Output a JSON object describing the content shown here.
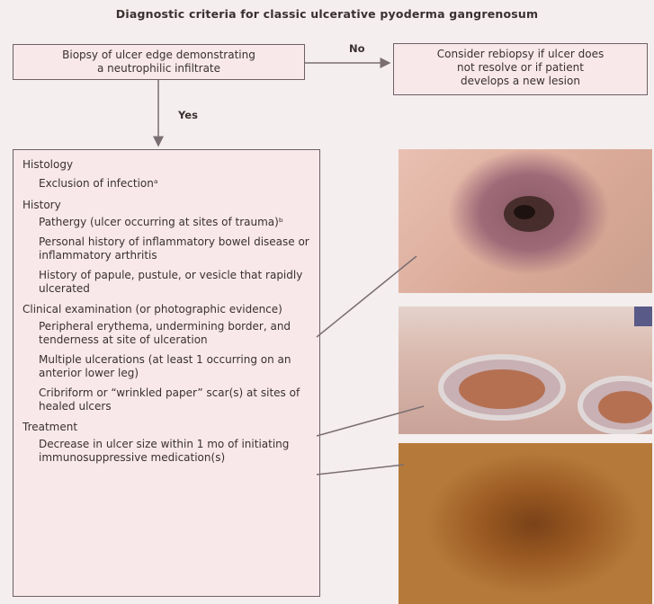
{
  "title": "Diagnostic criteria for classic ulcerative pyoderma gangrenosum",
  "biopsy_box": {
    "line1": "Biopsy of ulcer edge demonstrating",
    "line2": "a neutrophilic infiltrate"
  },
  "edge_no": "No",
  "edge_yes": "Yes",
  "rebiopsy_box": {
    "line1": "Consider rebiopsy if ulcer does",
    "line2": "not resolve or if patient",
    "line3": "develops a new lesion"
  },
  "criteria": {
    "histology": {
      "heading": "Histology",
      "items": [
        "Exclusion of infectionᵃ"
      ]
    },
    "history": {
      "heading": "History",
      "items": [
        "Pathergy (ulcer occurring at sites of trauma)ᵇ",
        "Personal history of inflammatory bowel disease or inflammatory arthritis",
        "History of papule, pustule, or vesicle that rapidly ulcerated"
      ]
    },
    "clinical": {
      "heading": "Clinical examination (or photographic evidence)",
      "items": [
        "Peripheral erythema, undermining border, and tenderness at site of ulceration",
        "Multiple ulcerations (at least 1 occurring on an anterior lower leg)",
        "Cribriform or “wrinkled paper” scar(s) at sites of healed ulcers"
      ]
    },
    "treatment": {
      "heading": "Treatment",
      "items": [
        "Decrease in ulcer size within 1 mo of initiating immunosuppressive medication(s)"
      ]
    }
  },
  "colors": {
    "box_fill": "#f8e8ea",
    "box_border": "#6e6066",
    "connector": "#7a6e72"
  },
  "photos": [
    "ulcer-with-violaceous-border",
    "multiple-leg-ulcerations",
    "cribriform-scar"
  ]
}
